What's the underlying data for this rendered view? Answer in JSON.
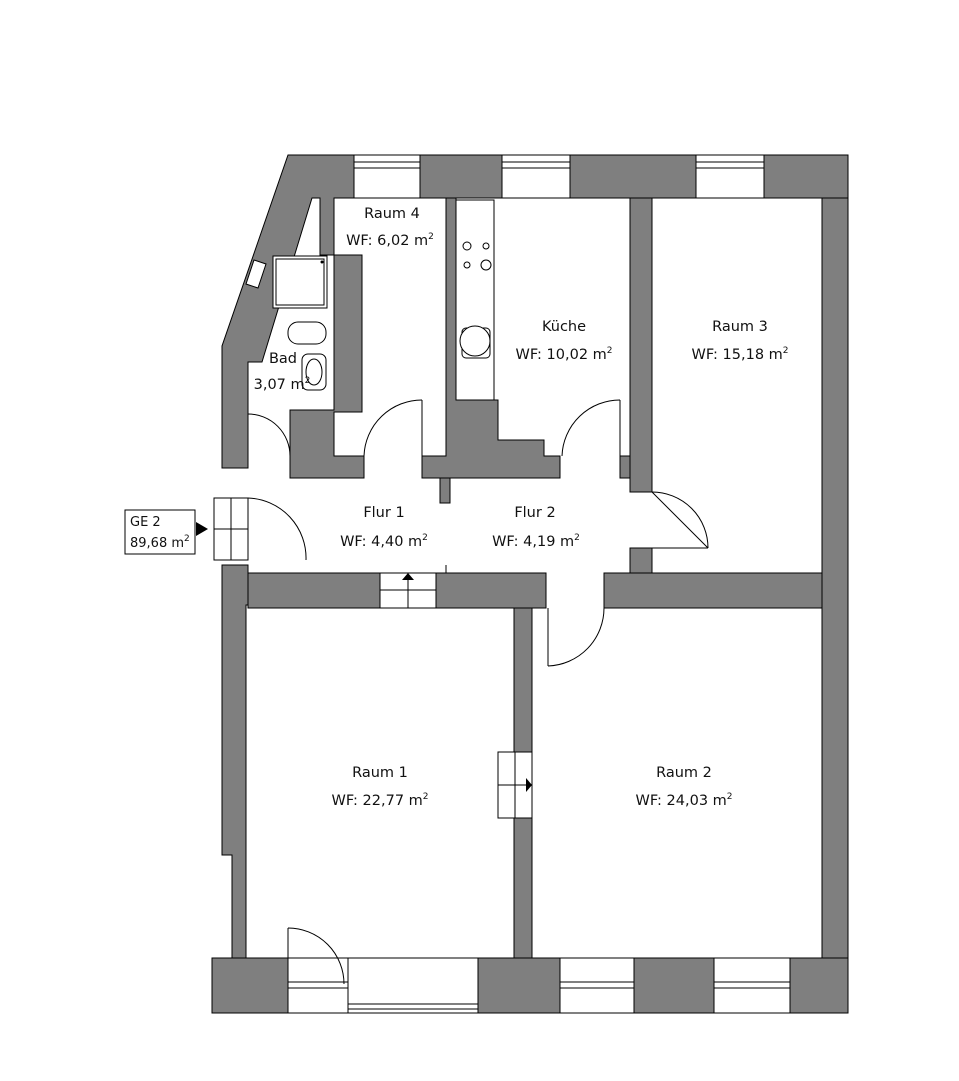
{
  "unit_badge": {
    "name": "GE 2",
    "area": "89,68 m",
    "sup": "2"
  },
  "rooms": {
    "raum4": {
      "name": "Raum 4",
      "area": "WF: 6,02 m",
      "sup": "2"
    },
    "bad": {
      "name": "Bad",
      "area": "3,07 m",
      "sup": "2"
    },
    "kueche": {
      "name": "Küche",
      "area": "WF: 10,02 m",
      "sup": "2"
    },
    "raum3": {
      "name": "Raum 3",
      "area": "WF: 15,18 m",
      "sup": "2"
    },
    "flur1": {
      "name": "Flur 1",
      "area": "WF: 4,40 m",
      "sup": "2"
    },
    "flur2": {
      "name": "Flur 2",
      "area": "WF: 4,19 m",
      "sup": "2"
    },
    "raum1": {
      "name": "Raum 1",
      "area": "WF: 22,77 m",
      "sup": "2"
    },
    "raum2": {
      "name": "Raum 2",
      "area": "WF: 24,03 m",
      "sup": "2"
    }
  },
  "colors": {
    "wall": "#7f7f7f",
    "background": "#ffffff",
    "line": "#000000"
  }
}
